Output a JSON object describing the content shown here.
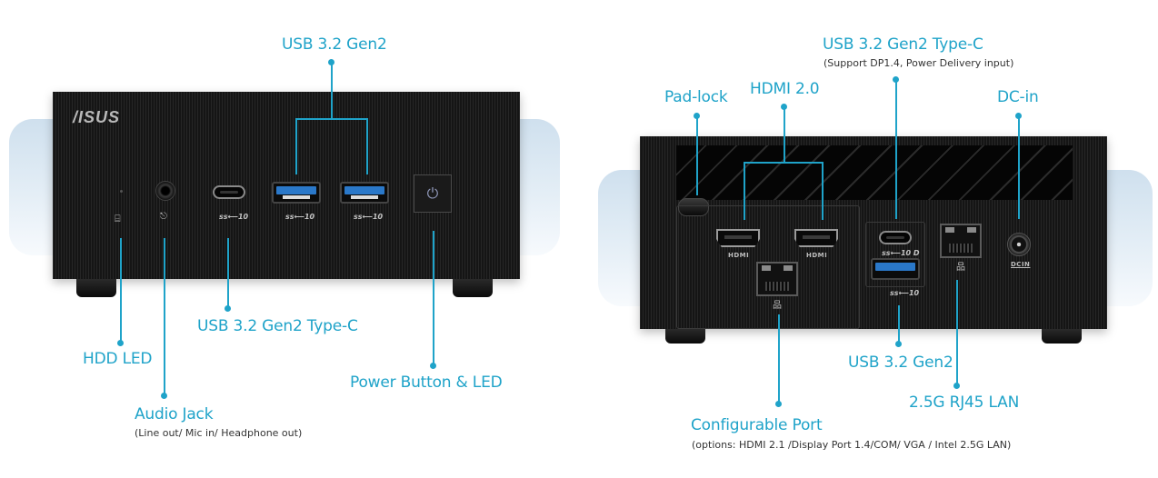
{
  "front_view": {
    "brand_logo": "/ISUS",
    "callouts": {
      "usb_a": "USB 3.2 Gen2",
      "usb_c": "USB 3.2 Gen2 Type-C",
      "hdd_led": "HDD LED",
      "audio_jack": "Audio Jack",
      "audio_jack_note": "(Line out/ Mic in/ Headphone out)",
      "power_button": "Power Button & LED"
    },
    "port_markings": {
      "usb_c": "ss⟵10",
      "usb_a_1": "ss⟵10",
      "usb_a_2": "ss⟵10"
    },
    "icons": {
      "hdd": "hdd-icon",
      "headset": "headset-mic-icon",
      "power": "power-icon"
    },
    "power_glyph": "⏻",
    "hdd_glyph": "⌸",
    "headset_glyph": "🎧"
  },
  "rear_view": {
    "callouts": {
      "padlock": "Pad-lock",
      "hdmi": "HDMI 2.0",
      "usb_c": "USB 3.2 Gen2 Type-C",
      "usb_c_note": "(Support DP1.4, Power Delivery input)",
      "dc_in": "DC-in",
      "usb_a": "USB 3.2 Gen2",
      "lan": "2.5G RJ45 LAN",
      "configurable": "Configurable Port",
      "configurable_note": "(options: HDMI 2.1 /Display Port 1.4/COM/ VGA / Intel 2.5G LAN)"
    },
    "port_markings": {
      "hdmi_1": "HDMI",
      "hdmi_2": "HDMI",
      "usb_c": "ss⟵10 D",
      "usb_a": "ss⟵10",
      "dc_in": "DCIN",
      "lan_glyph": "品"
    }
  },
  "colors": {
    "accent": "#1fa3c9",
    "device_body": "#1c1c1c",
    "backdrop_top": "#cfe0ee",
    "note_text": "#333333"
  }
}
